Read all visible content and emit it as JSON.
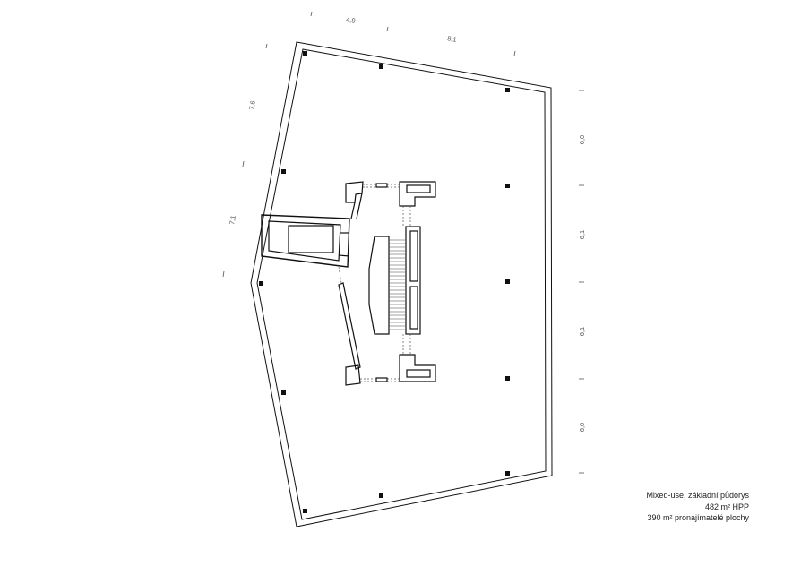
{
  "caption": {
    "title": "Mixed-use, základní půdorys",
    "area_hpp": "482 m² HPP",
    "area_rentable": "390 m² pronajímatelé plochy"
  },
  "dimensions": {
    "top_left": "4,9",
    "top_right": "8,1",
    "left_upper": "7,6",
    "left_lower": "7,1",
    "right_1": "6,0",
    "right_2": "6,1",
    "right_3": "6,1",
    "right_4": "6,0"
  },
  "colors": {
    "line": "#111111",
    "dimension": "#555555"
  }
}
